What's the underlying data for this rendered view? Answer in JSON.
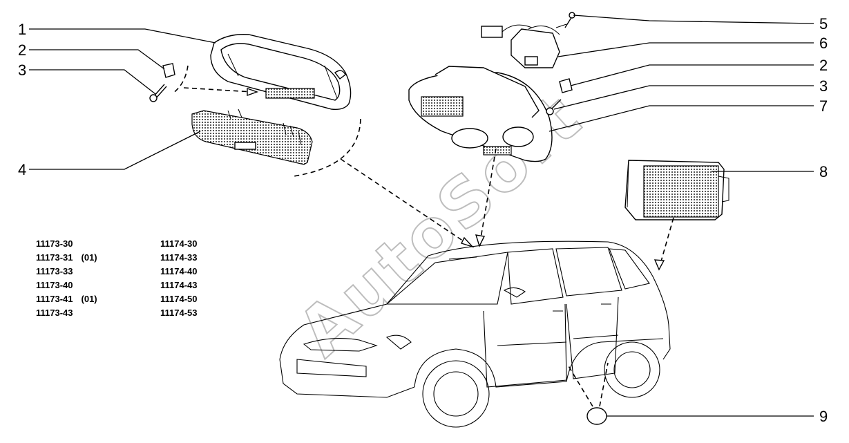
{
  "callouts": {
    "left": [
      "1",
      "2",
      "3",
      "4"
    ],
    "right": [
      "5",
      "6",
      "2",
      "3",
      "7",
      "8",
      "9"
    ]
  },
  "watermark": "AutoSoft",
  "model_codes": {
    "column_a": [
      {
        "code": "11173-30",
        "suffix": ""
      },
      {
        "code": "11173-31",
        "suffix": "(01)"
      },
      {
        "code": "11173-33",
        "suffix": ""
      },
      {
        "code": "11173-40",
        "suffix": ""
      },
      {
        "code": "11173-41",
        "suffix": "(01)"
      },
      {
        "code": "11173-43",
        "suffix": ""
      }
    ],
    "column_b": [
      {
        "code": "11174-30",
        "suffix": ""
      },
      {
        "code": "11174-33",
        "suffix": ""
      },
      {
        "code": "11174-40",
        "suffix": ""
      },
      {
        "code": "11174-43",
        "suffix": ""
      },
      {
        "code": "11174-50",
        "suffix": ""
      },
      {
        "code": "11174-53",
        "suffix": ""
      }
    ]
  }
}
